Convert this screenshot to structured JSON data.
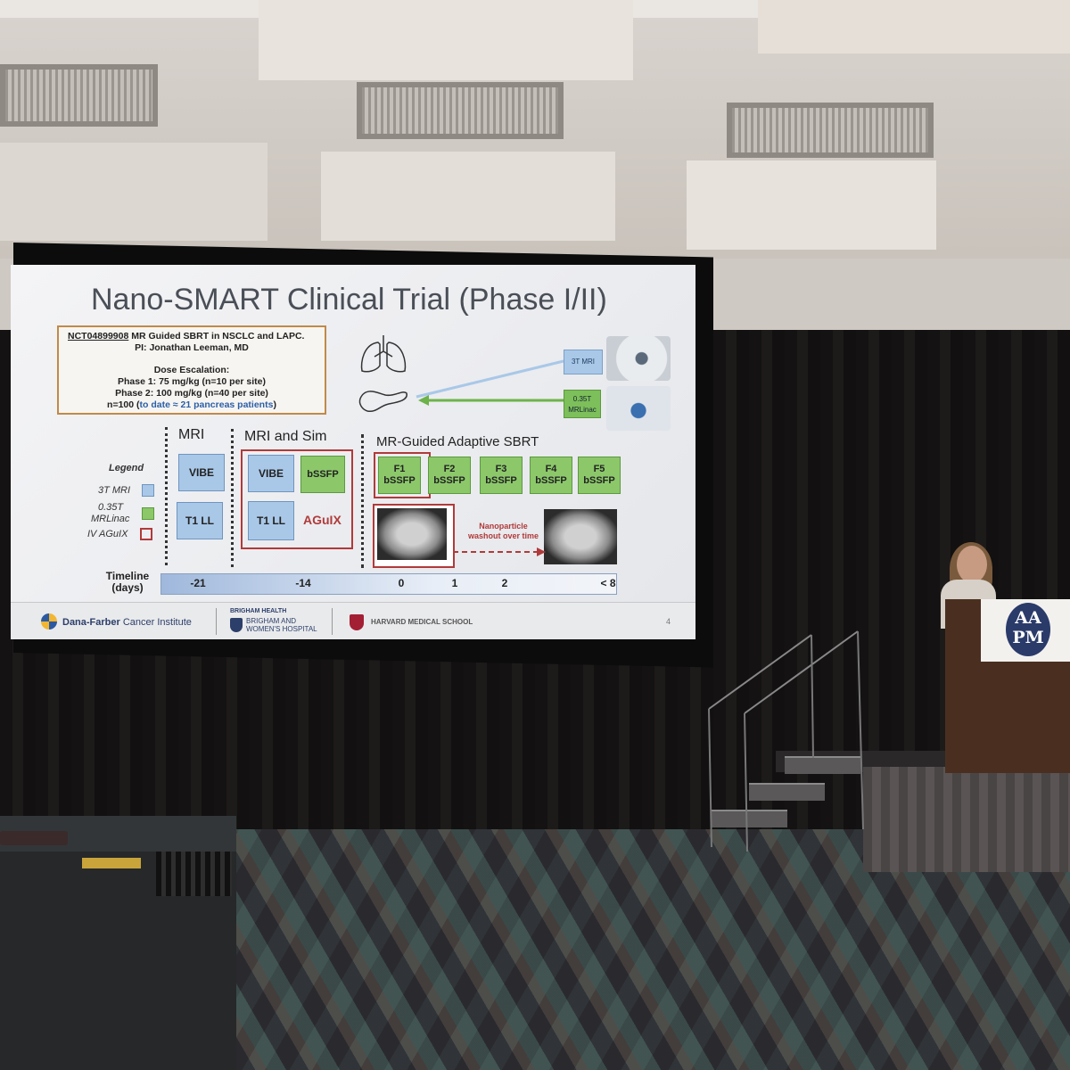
{
  "slide": {
    "title": "Nano-SMART Clinical Trial (Phase I/II)",
    "trial_box": {
      "nct": "NCT04899908",
      "line1_rest": " MR Guided SBRT in NSCLC and LAPC.",
      "pi": "PI: Jonathan Leeman, MD",
      "dose_header": "Dose Escalation:",
      "phase1": "Phase 1: 75 mg/kg   (n=10 per site)",
      "phase2": "Phase 2: 100 mg/kg  (n=40 per site)",
      "total_prefix": "n=100 (",
      "total_highlight": "to date ≈ 21 pancreas patients",
      "total_suffix": ")"
    },
    "scanners": {
      "mri_3t": "3T MRI",
      "mrlinac_line1": "0.35T",
      "mrlinac_line2": "MRLinac"
    },
    "columns": {
      "mri": "MRI",
      "mri_sim": "MRI and Sim",
      "sbrt": "MR-Guided Adaptive SBRT"
    },
    "legend": {
      "title": "Legend",
      "item1": "3T MRI",
      "item2a": "0.35T",
      "item2b": "MRLinac",
      "item3": "IV AGuIX"
    },
    "mri_boxes": {
      "vibe": "VIBE",
      "t1": "T1 LL"
    },
    "sim_boxes": {
      "vibe": "VIBE",
      "bssfp": "bSSFP",
      "t1": "T1 LL",
      "aguix": "AGuIX"
    },
    "fractions": [
      {
        "f": "F1",
        "s": "bSSFP"
      },
      {
        "f": "F2",
        "s": "bSSFP"
      },
      {
        "f": "F3",
        "s": "bSSFP"
      },
      {
        "f": "F4",
        "s": "bSSFP"
      },
      {
        "f": "F5",
        "s": "bSSFP"
      }
    ],
    "washout_line1": "Nanoparticle",
    "washout_line2": "washout over time",
    "timeline_label1": "Timeline",
    "timeline_label2": "(days)",
    "timeline_ticks": [
      "-21",
      "-14",
      "0",
      "1",
      "2",
      "< 8"
    ],
    "page_number": "4",
    "footer": {
      "dfci": "Dana-Farber",
      "dfci2": "Cancer Institute",
      "bh_top": "BRIGHAM HEALTH",
      "bwh1": "BRIGHAM AND",
      "bwh2": "WOMEN'S HOSPITAL",
      "hms": "HARVARD MEDICAL SCHOOL"
    }
  },
  "podium_logo": {
    "line1": "AA",
    "line2": "PM"
  },
  "colors": {
    "mri_blue": "#a9c8e8",
    "mrlinac_green": "#8cc86a",
    "aguix_red": "#b03a3a",
    "trial_box": "#c08a4a"
  }
}
